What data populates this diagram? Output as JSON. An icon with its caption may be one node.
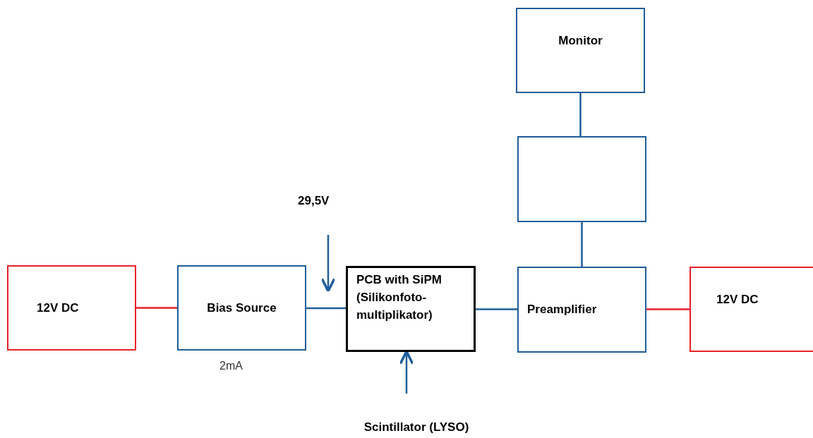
{
  "diagram": {
    "nodes": [
      {
        "text": [
          "12V DC"
        ]
      },
      {
        "text": [
          "Bias Source"
        ],
        "beside": [
          "2mA"
        ]
      },
      {
        "text": [
          "PCB with SiPM (Silikonfoto- multiplikator)"
        ]
      },
      {
        "text": [
          "Preamplifier"
        ]
      },
      {
        "text": [
          "12V DC"
        ]
      },
      {
        "text": [],
        "shape": "box"
      },
      {
        "text": [
          "Monitor"
        ]
      },
      {
        "text": [
          "Scintillator (LYSO)"
        ]
      }
    ],
    "edges": [
      {
        "from": 0,
        "to": 1,
        "arrow": "none",
        "color": "#e8202a"
      },
      {
        "from": 1,
        "to": 2,
        "arrow": "none"
      },
      {
        "from": 2,
        "to": 3,
        "arrow": "none"
      },
      {
        "from": 3,
        "to": 4,
        "arrow": "none",
        "color": "#e8202a"
      },
      {
        "from": 5,
        "to": 3,
        "arrow": "none"
      },
      {
        "from": 6,
        "to": 5,
        "arrow": "none"
      },
      {
        "from": 7,
        "to": 2,
        "arrow": "to"
      }
    ],
    "labels": [
      "29,5V"
    ]
  }
}
